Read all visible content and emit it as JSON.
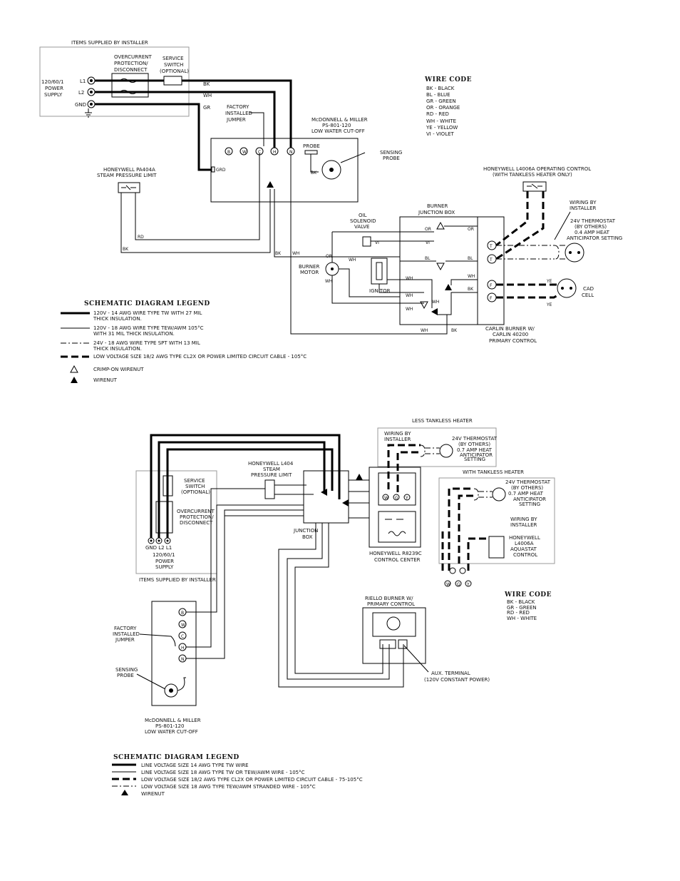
{
  "d1": {
    "installer_title": "ITEMS SUPPLIED BY INSTALLER",
    "power_supply": [
      "120/60/1",
      "POWER",
      "SUPPLY"
    ],
    "l1": "L1",
    "l2": "L2",
    "gnd": "GND",
    "overcurrent": [
      "OVERCURRENT",
      "PROTECTION/",
      "DISCONNECT"
    ],
    "service_switch": [
      "SERVICE",
      "SWITCH",
      "(OPTIONAL)"
    ],
    "jumper": [
      "FACTORY",
      "INSTALLED",
      "JUMPER"
    ],
    "lwco": [
      "McDONNELL & MILLER",
      "PS-801-120",
      "LOW WATER CUT-OFF"
    ],
    "terminals": [
      "B",
      "W",
      "C",
      "H",
      "N"
    ],
    "probe": "PROBE",
    "sensing_probe": [
      "SENSING",
      "PROBE"
    ],
    "pa404a": [
      "HONEYWELL PA404A",
      "STEAM PRESSURE LIMIT"
    ],
    "grd": "GRD",
    "l4006a": [
      "HONEYWELL L4006A OPERATING CONTROL",
      "(WITH TANKLESS HEATER ONLY)"
    ],
    "burner_jbox": [
      "BURNER",
      "JUNCTION BOX"
    ],
    "oil_valve": [
      "OIL",
      "SOLENOID",
      "VALVE"
    ],
    "burner_motor": [
      "BURNER",
      "MOTOR"
    ],
    "ignitor": "IGNITOR",
    "wiring_by": [
      "WIRING BY",
      "INSTALLER"
    ],
    "thermostat": [
      "24V THERMOSTAT",
      "(BY OTHERS)",
      "0.4 AMP HEAT",
      "ANTICIPATOR SETTING"
    ],
    "cad_cell": [
      "CAD",
      "CELL"
    ],
    "carlin": [
      "CARLIN BURNER W/",
      "CARLIN 40200",
      "PRIMARY CONTROL"
    ],
    "tt": [
      "T",
      "T"
    ],
    "ff": [
      "F",
      "F"
    ],
    "wire_labels": {
      "bk": "BK",
      "wh": "WH",
      "gr": "GR",
      "rd": "RD",
      "or": "OR",
      "vi": "VI",
      "bl": "BL",
      "ye": "YE"
    },
    "wire_code_title": "WIRE CODE",
    "wire_code": [
      "BK  -  BLACK",
      "BL  -  BLUE",
      "GR  -  GREEN",
      "OR  -  ORANGE",
      "RD  -  RED",
      "WH  -  WHITE",
      "YE  -  YELLOW",
      "VI  -  VIOLET"
    ],
    "legend_title": "SCHEMATIC DIAGRAM LEGEND",
    "legend": [
      [
        "120V - 14 AWG WIRE TYPE TW WITH 27 MIL",
        "THICK INSULATION."
      ],
      [
        "120V - 18 AWG WIRE TYPE TEW/AWM 105°C",
        "WITH 31 MIL THICK INSULATION."
      ],
      [
        "24V - 18 AWG WIRE TYPE SPT WITH 13 MIL",
        "THICK INSULATION."
      ],
      [
        "LOW VOLTAGE SIZE 18/2 AWG TYPE CL2X OR POWER LIMITED CIRCUIT CABLE - 105°C"
      ]
    ],
    "crimp": "CRIMP-ON WIRENUT",
    "wirenut": "WIRENUT"
  },
  "d2": {
    "less_tankless": "LESS TANKLESS HEATER",
    "with_tankless": "WITH TANKLESS HEATER",
    "wiring_by": [
      "WIRING BY",
      "INSTALLER"
    ],
    "thermostat": [
      "24V THERMOSTAT",
      "(BY OTHERS)",
      "0.7 AMP HEAT",
      "ANTICIPATOR",
      "SETTING"
    ],
    "thermostat2": [
      "24V THERMOSTAT",
      "(BY OTHERS)",
      "0.7 AMP HEAT",
      "ANTICIPATOR",
      "SETTING"
    ],
    "service_switch": [
      "SERVICE",
      "SWITCH",
      "(OPTIONAL)"
    ],
    "overcurrent": [
      "OVERCURRENT",
      "PROTECTION/",
      "DISCONNECT"
    ],
    "gnd_l2_l1": "GND  L2  L1",
    "power_supply": [
      "120/60/1",
      "POWER",
      "SUPPLY"
    ],
    "installer_title": "ITEMS SUPPLIED BY INSTALLER",
    "l404": [
      "HONEYWELL L404",
      "STEAM",
      "PRESSURE LIMIT"
    ],
    "junction_box": [
      "JUNCTION",
      "BOX"
    ],
    "r8239": [
      "HONEYWELL R8239C",
      "CONTROL CENTER"
    ],
    "l4006a": [
      "HONEYWELL",
      "L4006A",
      "AQUASTAT",
      "CONTROL"
    ],
    "jumper": [
      "FACTORY",
      "INSTALLED",
      "JUMPER"
    ],
    "sensing_probe": [
      "SENSING",
      "PROBE"
    ],
    "terminals": [
      "B",
      "W",
      "C",
      "H",
      "N"
    ],
    "lwco": [
      "McDONNELL & MILLER",
      "PS-801-120",
      "LOW WATER CUT-OFF"
    ],
    "riello": [
      "RIELLO BURNER W/",
      "PRIMARY CONTROL"
    ],
    "aux": [
      "AUX. TERMINAL",
      "(120V CONSTANT POWER)"
    ],
    "wgy": [
      "W",
      "G",
      "Y"
    ],
    "wire_code_title": "WIRE CODE",
    "wire_code": [
      "BK  -  BLACK",
      "GR  -  GREEN",
      "RD  -  RED",
      "WH  -  WHITE"
    ],
    "legend_title": "SCHEMATIC DIAGRAM LEGEND",
    "legend": [
      "LINE VOLTAGE SIZE 14 AWG TYPE TW WIRE",
      "LINE VOLTAGE SIZE 18 AWG TYPE TW OR TEW/AWM WIRE - 105°C",
      "LOW VOLTAGE SIZE 18/2 AWG TYPE CL2X OR POWER LIMITED CIRCUIT CABLE - 75-105°C",
      "LOW VOLTAGE SIZE 18 AWG TYPE TEW/AWM STRANDED WIRE - 105°C"
    ],
    "wirenut": "WIRENUT"
  }
}
